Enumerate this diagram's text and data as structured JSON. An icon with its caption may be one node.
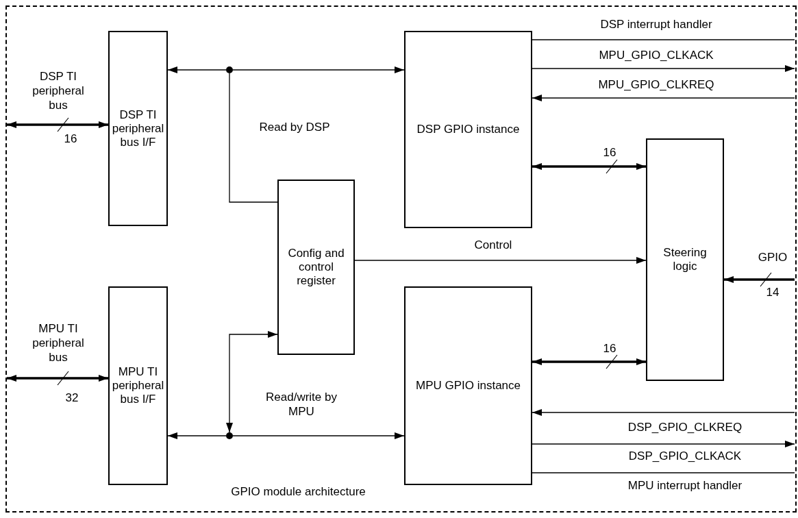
{
  "diagram": {
    "nodes": [
      {
        "text": [
          "GPIO module architecture"
        ]
      },
      {
        "text": [
          "DSP TI peripheral bus I/F"
        ],
        "in": 0
      },
      {
        "text": [
          "MPU TI peripheral bus I/F"
        ],
        "in": 0
      },
      {
        "text": [
          "Config and control register"
        ],
        "in": 0
      },
      {
        "text": [
          "DSP GPIO instance"
        ],
        "in": 0
      },
      {
        "text": [
          "MPU GPIO instance"
        ],
        "in": 0
      },
      {
        "text": [
          "Steering logic"
        ],
        "in": 0
      },
      {
        "text": [],
        "shape": "circle",
        "in": 0
      },
      {
        "text": [],
        "shape": "circle",
        "in": 0
      }
    ],
    "edges": [
      {
        "from": null,
        "to": 1,
        "arrow": "both",
        "label": "DSP TI peripheral bus",
        "style": "thick"
      },
      {
        "from": 7,
        "to": 1,
        "arrow": "to"
      },
      {
        "from": 7,
        "to": 4,
        "arrow": "to"
      },
      {
        "from": 7,
        "to": 3,
        "arrow": "none",
        "label": "Read by DSP"
      },
      {
        "from": 4,
        "to": null,
        "arrow": "none",
        "label": "DSP interrupt handler"
      },
      {
        "from": 4,
        "to": null,
        "arrow": "to",
        "label": "MPU_GPIO_CLKACK"
      },
      {
        "from": null,
        "to": 4,
        "arrow": "to",
        "label": "MPU_GPIO_CLKREQ"
      },
      {
        "from": 4,
        "to": 6,
        "arrow": "both",
        "label": "16",
        "style": "thick"
      },
      {
        "from": 3,
        "to": 6,
        "arrow": "to",
        "label": "Control"
      },
      {
        "from": null,
        "to": 6,
        "arrow": "to",
        "label": "GPIO",
        "style": "thick"
      },
      {
        "from": 5,
        "to": 6,
        "arrow": "both",
        "label": "16",
        "style": "thick"
      },
      {
        "from": null,
        "to": 2,
        "arrow": "both",
        "label": "MPU TI peripheral bus",
        "style": "thick"
      },
      {
        "from": 8,
        "to": 3,
        "arrow": "both",
        "label": "Read/write by MPU"
      },
      {
        "from": 8,
        "to": 2,
        "arrow": "to"
      },
      {
        "from": 8,
        "to": 5,
        "arrow": "to"
      },
      {
        "from": null,
        "to": 5,
        "arrow": "to",
        "label": "DSP_GPIO_CLKREQ"
      },
      {
        "from": 5,
        "to": null,
        "arrow": "to",
        "label": "DSP_GPIO_CLKACK"
      },
      {
        "from": 5,
        "to": null,
        "arrow": "none",
        "label": "MPU interrupt handler"
      }
    ],
    "labels": [
      "16",
      "14",
      "32"
    ]
  }
}
